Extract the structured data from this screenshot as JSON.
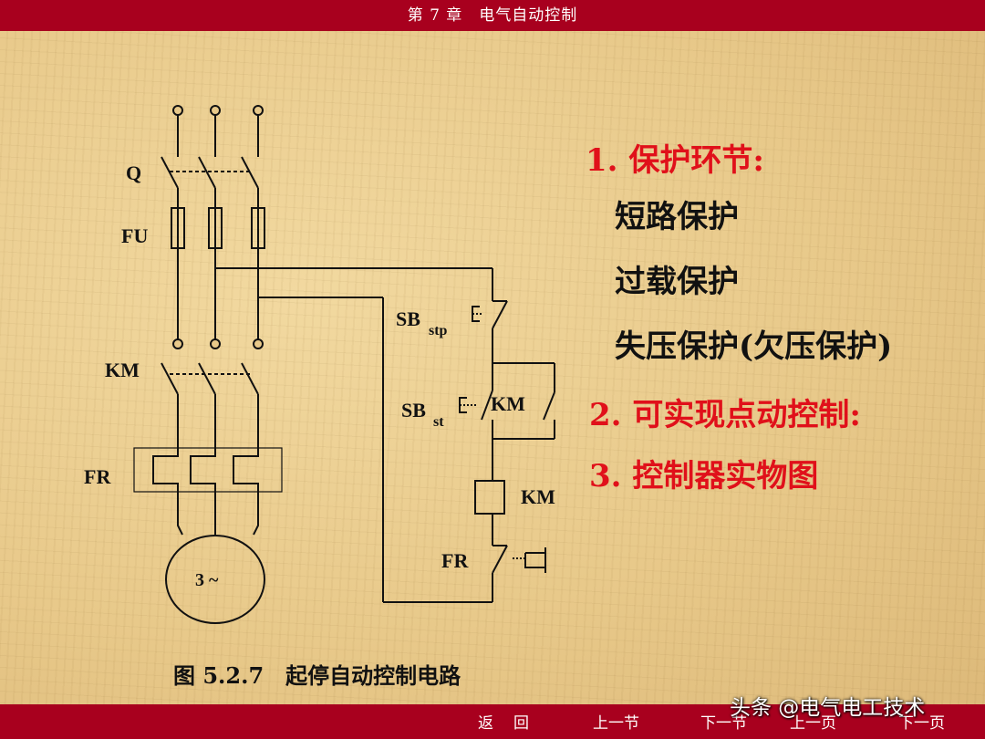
{
  "header": {
    "title": "第 7 章　电气自动控制"
  },
  "diagram": {
    "labels": {
      "q": "Q",
      "fu": "FU",
      "km_main": "KM",
      "fr_main": "FR",
      "sb_stp_main": "SB",
      "sb_stp_sub": "stp",
      "sb_st_main": "SB",
      "sb_st_sub": "st",
      "km_aux": "KM",
      "km_coil": "KM",
      "fr_ctrl": "FR",
      "motor": "3 ~"
    },
    "caption": "图 5.2.7　起停自动控制电路"
  },
  "content": {
    "item1_title": "1. 保护环节:",
    "item1_points": [
      "短路保护",
      "过载保护",
      "失压保护(欠压保护)"
    ],
    "item2": "2. 可实现点动控制:",
    "item3": "3. 控制器实物图"
  },
  "nav": {
    "back": "返回",
    "prev_section": "上一节",
    "next_section": "下一节",
    "prev_page": "上一页",
    "next_page": "下一页"
  },
  "watermark": "头条 @电气电工技术",
  "colors": {
    "bar": "#a8001e",
    "highlight": "#e0101a"
  }
}
